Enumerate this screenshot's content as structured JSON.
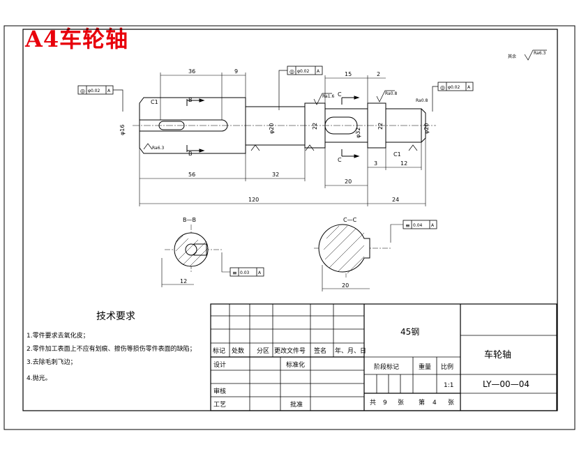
{
  "header": {
    "title": "A4车轮轴"
  },
  "drawing": {
    "general_roughness": "其余",
    "general_roughness_value": "Ra6.3",
    "tolerance_frames": {
      "left": {
        "symbol": "◎",
        "value": "φ0.02",
        "datum": "A"
      },
      "mid": {
        "symbol": "◎",
        "value": "φ0.02",
        "datum": "A"
      },
      "right": {
        "symbol": "◎",
        "value": "φ0.02",
        "datum": "A"
      },
      "sec_b": {
        "symbol": "≡",
        "value": "0.03",
        "datum": "A"
      },
      "sec_c": {
        "symbol": "≡",
        "value": "0.04",
        "datum": "A"
      }
    },
    "dims": {
      "d36": "36",
      "d9": "9",
      "d15": "15",
      "d2": "2",
      "d56": "56",
      "d32": "32",
      "d20": "20",
      "d3": "3",
      "d12": "12",
      "d120": "120",
      "d24": "24",
      "d12b": "12",
      "d20c": "20"
    },
    "labels": {
      "c1a": "C1",
      "c1b": "C1",
      "b_top": "B",
      "b_bottom": "B",
      "c_top": "C",
      "c_bottom": "C",
      "section_b": "B—B",
      "section_c": "C—C",
      "phi_left": "φ16",
      "phi_mid": "φ20",
      "phi_right": "φ20",
      "phi_key": "φ32",
      "d22a": "22",
      "d22b": "22",
      "ra_1": "Ra1.6",
      "ra_2": "Ra0.8",
      "ra_3": "Ra6.3",
      "ra_4": "Ra0.8"
    }
  },
  "tech": {
    "title": "技术要求",
    "items": [
      "1.零件要求去氧化皮；",
      "2.零件加工表面上不应有划痕、擦伤等损伤零件表面的缺陷；",
      "3.去除毛刺飞边；",
      "4.抛光。"
    ]
  },
  "titleblock": {
    "material": "45钢",
    "part_name": "车轮轴",
    "drawing_no": "LY—00—04",
    "h_mark": "标记",
    "h_count": "处数",
    "h_zone": "分区",
    "h_doc": "更改文件号",
    "h_sign": "签名",
    "h_date": "年、月、日",
    "design": "设计",
    "standard": "标准化",
    "stage": "阶段标记",
    "weight": "重量",
    "ratio": "比例",
    "scale": "1:1",
    "review": "审核",
    "process": "工艺",
    "approve": "批准",
    "sheets_total": "共",
    "sheets_total_n": "9",
    "sheets_unit1": "张",
    "sheet_no": "第",
    "sheet_no_n": "4",
    "sheets_unit2": "张"
  }
}
